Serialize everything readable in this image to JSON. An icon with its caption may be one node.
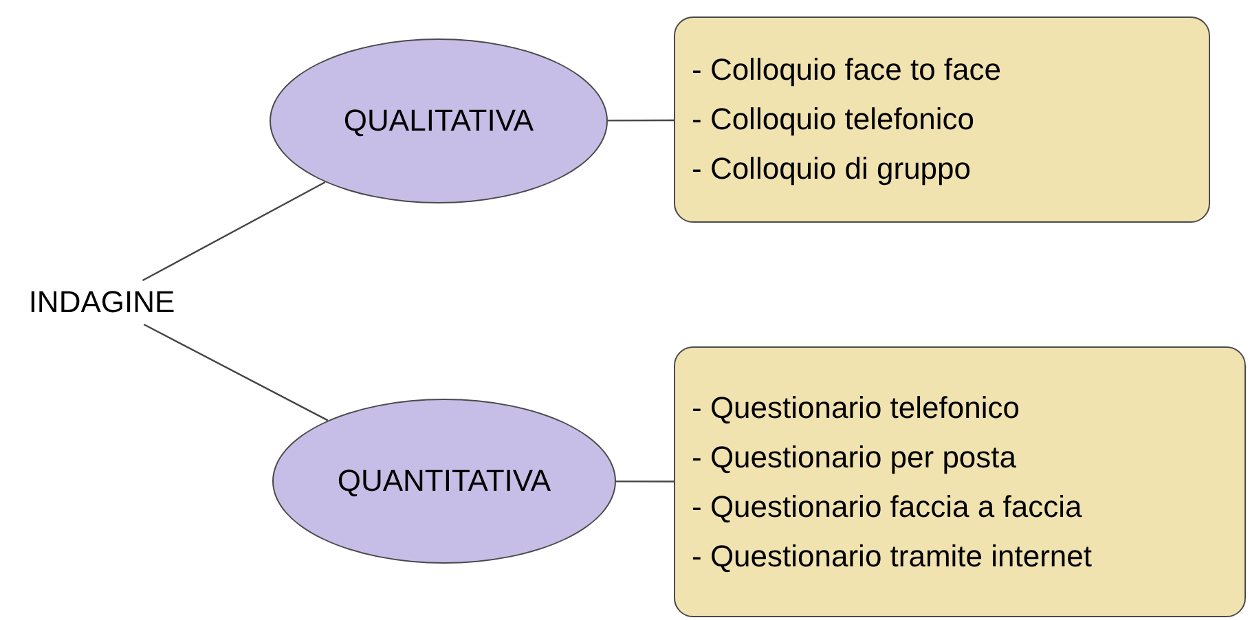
{
  "diagram": {
    "nodes": [
      {
        "text": [
          "INDAGINE"
        ]
      },
      {
        "text": [
          "QUALITATIVA"
        ]
      },
      {
        "text": [
          "- Colloquio face to face",
          "- Colloquio telefonico",
          "- Colloquio di gruppo"
        ]
      },
      {
        "text": [
          "QUANTITATIVA"
        ]
      },
      {
        "text": [
          "- Questionario telefonico",
          "- Questionario per posta",
          "- Questionario faccia a faccia",
          "- Questionario tramite internet"
        ]
      }
    ],
    "edges": [
      {
        "from": 0,
        "to": 1,
        "arrow": "none"
      },
      {
        "from": 1,
        "to": 2,
        "arrow": "none"
      },
      {
        "from": 0,
        "to": 3,
        "arrow": "none"
      },
      {
        "from": 3,
        "to": 4,
        "arrow": "none"
      }
    ]
  }
}
